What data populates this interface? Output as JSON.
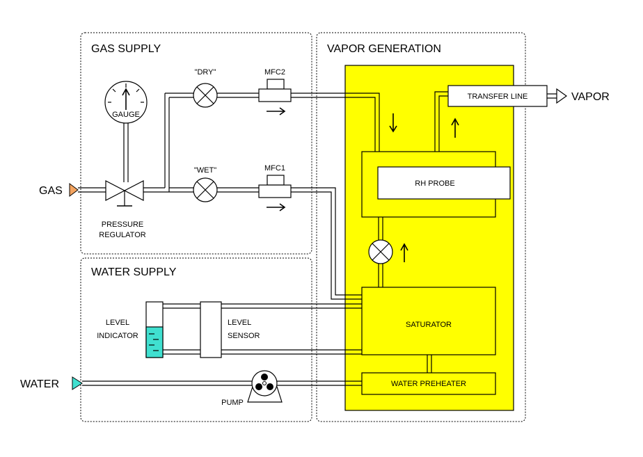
{
  "sections": {
    "gas_supply": "GAS SUPPLY",
    "water_supply": "WATER SUPPLY",
    "vapor_generation": "VAPOR GENERATION"
  },
  "components": {
    "gauge": "GAUGE",
    "dry": "\"DRY\"",
    "wet": "\"WET\"",
    "mfc2": "MFC2",
    "mfc1": "MFC1",
    "pressure_regulator_line1": "PRESSURE",
    "pressure_regulator_line2": "REGULATOR",
    "level_indicator_line1": "LEVEL",
    "level_indicator_line2": "INDICATOR",
    "level_sensor_line1": "LEVEL",
    "level_sensor_line2": "SENSOR",
    "pump": "PUMP",
    "transfer_line": "TRANSFER LINE",
    "rh_probe": "RH PROBE",
    "saturator": "SATURATOR",
    "water_preheater": "WATER PREHEATER"
  },
  "io": {
    "gas_in": "GAS",
    "water_in": "WATER",
    "vapor_out": "VAPOR"
  },
  "colors": {
    "vapor_zone": "#ffff00",
    "gas_port": "#f4a460",
    "water_port": "#40e0d0",
    "water_fill": "#40e0d0"
  }
}
